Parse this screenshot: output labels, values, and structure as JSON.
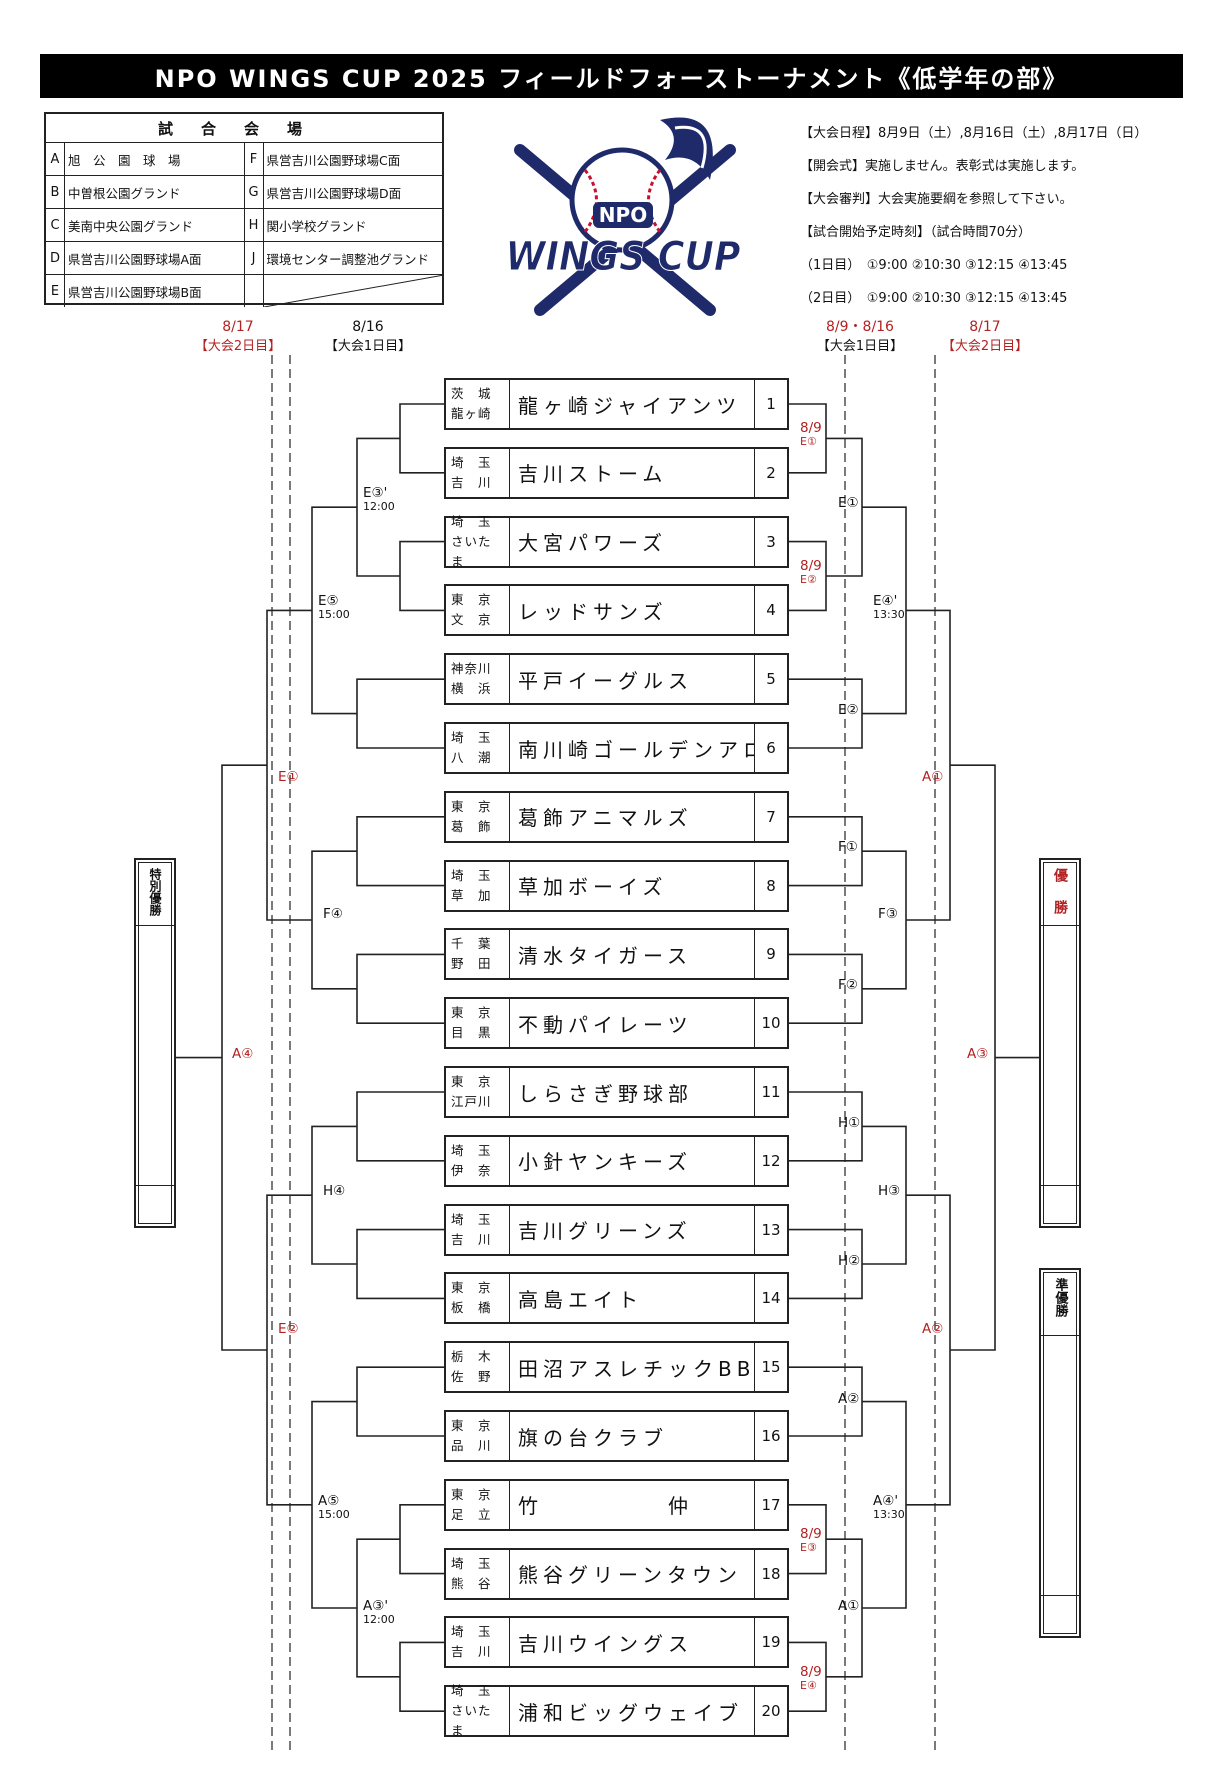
{
  "title": "NPO WINGS CUP 2025 フィールドフォーストーナメント《低学年の部》",
  "venues": {
    "header": "試合会場",
    "rows": [
      {
        "left_key": "A",
        "left_name": "旭　公　園　球　場",
        "right_key": "F",
        "right_name": "県営吉川公園野球場C面"
      },
      {
        "left_key": "B",
        "left_name": "中曽根公園グランド",
        "right_key": "G",
        "right_name": "県営吉川公園野球場D面"
      },
      {
        "left_key": "C",
        "left_name": "美南中央公園グランド",
        "right_key": "H",
        "right_name": "関小学校グランド"
      },
      {
        "left_key": "D",
        "left_name": "県営吉川公園野球場A面",
        "right_key": "J",
        "right_name": "環境センター調整池グランド"
      },
      {
        "left_key": "E",
        "left_name": "県営吉川公園野球場B面",
        "right_key": "",
        "right_name": ""
      }
    ]
  },
  "logo": {
    "top_text": "NPO",
    "main_text": "WINGS CUP",
    "colors": {
      "navy": "#1f2a6b",
      "red": "#c8102e"
    }
  },
  "info": [
    "【大会日程】8月9日（土）,8月16日（土）,8月17日（日）",
    "【開会式】実施しません。表彰式は実施します。",
    "【大会審判】大会実施要綱を参照して下さい。",
    "【試合開始予定時刻】（試合時間70分）",
    "（1日目）　①9:00 ②10:30 ③12:15 ④13:45",
    "（2日目）　①9:00 ②10:30 ③12:15 ④13:45"
  ],
  "date_labels": {
    "left_outer": {
      "date": "8/17",
      "day": "【大会2日目】"
    },
    "left_inner": {
      "date": "8/16",
      "day": "【大会1日目】"
    },
    "right_inner": {
      "date": "8/9・8/16",
      "day": "【大会1日目】"
    },
    "right_outer": {
      "date": "8/17",
      "day": "【大会2日目】"
    }
  },
  "teams": [
    {
      "num": "1",
      "pref": "茨　城",
      "city": "龍ヶ崎",
      "name": "龍ヶ崎ジャイアンツ"
    },
    {
      "num": "2",
      "pref": "埼　玉",
      "city": "吉　川",
      "name": "吉川ストーム"
    },
    {
      "num": "3",
      "pref": "埼　玉",
      "city": "さいたま",
      "name": "大宮パワーズ"
    },
    {
      "num": "4",
      "pref": "東　京",
      "city": "文　京",
      "name": "レッドサンズ"
    },
    {
      "num": "5",
      "pref": "神奈川",
      "city": "横　浜",
      "name": "平戸イーグルス"
    },
    {
      "num": "6",
      "pref": "埼　玉",
      "city": "八　潮",
      "name": "南川崎ゴールデンアロー"
    },
    {
      "num": "7",
      "pref": "東　京",
      "city": "葛　飾",
      "name": "葛飾アニマルズ"
    },
    {
      "num": "8",
      "pref": "埼　玉",
      "city": "草　加",
      "name": "草加ボーイズ"
    },
    {
      "num": "9",
      "pref": "千　葉",
      "city": "野　田",
      "name": "清水タイガース"
    },
    {
      "num": "10",
      "pref": "東　京",
      "city": "目　黒",
      "name": "不動パイレーツ"
    },
    {
      "num": "11",
      "pref": "東　京",
      "city": "江戸川",
      "name": "しらさぎ野球部"
    },
    {
      "num": "12",
      "pref": "埼　玉",
      "city": "伊　奈",
      "name": "小針ヤンキーズ"
    },
    {
      "num": "13",
      "pref": "埼　玉",
      "city": "吉　川",
      "name": "吉川グリーンズ"
    },
    {
      "num": "14",
      "pref": "東　京",
      "city": "板　橋",
      "name": "高島エイト"
    },
    {
      "num": "15",
      "pref": "栃　木",
      "city": "佐　野",
      "name": "田沼アスレチックBBC"
    },
    {
      "num": "16",
      "pref": "東　京",
      "city": "品　川",
      "name": "旗の台クラブ"
    },
    {
      "num": "17",
      "pref": "東　京",
      "city": "足　立",
      "name": "竹　　　　　仲"
    },
    {
      "num": "18",
      "pref": "埼　玉",
      "city": "熊　谷",
      "name": "熊谷グリーンタウン"
    },
    {
      "num": "19",
      "pref": "埼　玉",
      "city": "吉　川",
      "name": "吉川ウイングス"
    },
    {
      "num": "20",
      "pref": "埼　玉",
      "city": "さいたま",
      "name": "浦和ビッグウェイブ"
    }
  ],
  "bracket_labels": {
    "r_89_e1": {
      "date": "8/9",
      "code": "E①"
    },
    "r_89_e2": {
      "date": "8/9",
      "code": "E②"
    },
    "r_89_e3": {
      "date": "8/9",
      "code": "E③"
    },
    "r_89_e4": {
      "date": "8/9",
      "code": "E④"
    },
    "l_e3": {
      "code": "E③'",
      "time": "12:00"
    },
    "l_e5": {
      "code": "E⑤",
      "time": "15:00"
    },
    "l_e1_red": "E①",
    "l_f4": "F④",
    "l_a4_red": "A④",
    "l_h4": "H④",
    "l_e2_red": "E②",
    "l_a5": {
      "code": "A⑤",
      "time": "15:00"
    },
    "l_a3": {
      "code": "A③'",
      "time": "12:00"
    },
    "r_e1": "E①",
    "r_e4": {
      "code": "E④'",
      "time": "13:30"
    },
    "r_e2": "E②",
    "r_a1_red": "A①",
    "r_f1": "F①",
    "r_f3": "F③",
    "r_f2": "F②",
    "r_a3_red": "A③",
    "r_h1": "H①",
    "r_h3": "H③",
    "r_h2": "H②",
    "r_a2_red": "A②",
    "r_a2": "A②",
    "r_a4": {
      "code": "A④'",
      "time": "13:30"
    },
    "r_a1": "A①"
  },
  "awards": {
    "special": "特別優勝",
    "champion": "優勝",
    "runner_up": "準優勝"
  },
  "colors": {
    "red": "#b22222",
    "black": "#111111"
  }
}
